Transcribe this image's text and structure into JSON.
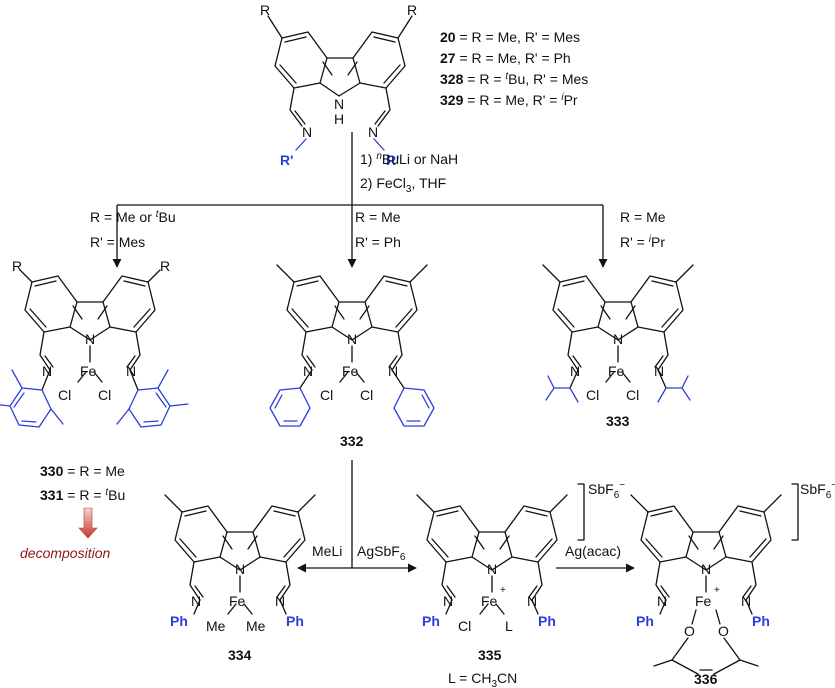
{
  "compounds": {
    "c20": {
      "num": "20",
      "text": " = R = Me, R' = Mes"
    },
    "c27": {
      "num": "27",
      "text": " = R = Me, R' = Ph"
    },
    "c328": {
      "num": "328",
      "text_a": " = R = ",
      "sup": "t",
      "text_b": "Bu, R' = Mes"
    },
    "c329": {
      "num": "329",
      "text_a": " = R = Me, R' = ",
      "sup": "i",
      "text_b": "Pr"
    },
    "c330": {
      "num": "330",
      "text": " = R = Me"
    },
    "c331": {
      "num": "331",
      "text_a": " = R = ",
      "sup": "t",
      "text_b": "Bu"
    },
    "c332": "332",
    "c333": "333",
    "c334": "334",
    "c335": "335",
    "c336": "336"
  },
  "conditions": {
    "step1_a": "1) ",
    "step1_sup": "n",
    "step1_b": "BuLi or NaH",
    "step2_a": "2) FeCl",
    "step2_sub": "3",
    "step2_b": ", THF",
    "left_r_a": "R = Me or ",
    "left_r_sup": "t",
    "left_r_b": "Bu",
    "left_rp": "R' = Mes",
    "mid_r": "R = Me",
    "mid_rp": "R' = Ph",
    "right_r": "R = Me",
    "right_rp_a": "R' = ",
    "right_rp_sup": "i",
    "right_rp_b": "Pr",
    "meli": "MeLi",
    "agsbf6_a": "AgSbF",
    "agsbf6_sub": "6",
    "agacac": "Ag(acac)",
    "decomposition": "decomposition",
    "ligand_a": "L = CH",
    "ligand_sub": "3",
    "ligand_b": "CN",
    "counterion_a": "SbF",
    "counterion_sub": "6",
    "counterion_sup": "−"
  },
  "atoms": {
    "R": "R",
    "Rp": "R'",
    "N": "N",
    "H": "H",
    "Fe": "Fe",
    "Cl": "Cl",
    "Me": "Me",
    "Ph": "Ph",
    "L": "L",
    "O": "O",
    "plus": "+"
  },
  "colors": {
    "text": "#111111",
    "substituent": "#2a3fd9",
    "decomposition": "#8b1a1a",
    "decomp_arrow": "#c0392b"
  }
}
